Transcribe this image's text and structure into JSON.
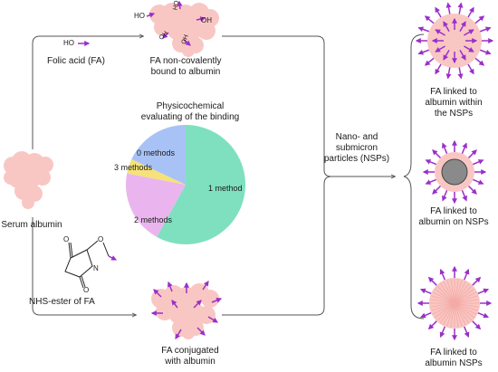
{
  "labels": {
    "serum_albumin": "Serum albumin",
    "folic_acid": "Folic acid (FA)",
    "ho_prefix": "HO",
    "fa_noncov_line1": "FA non-covalently",
    "fa_noncov_line2": "bound to albumin",
    "nhs_ester": "NHS-ester of FA",
    "fa_conj_line1": "FA conjugated",
    "fa_conj_line2": "with albumin",
    "nsp_line1": "Nano- and",
    "nsp_line2": "submicron",
    "nsp_line3": "particles (NSPs)",
    "within_line1": "FA linked to",
    "within_line2": "albumin within",
    "within_line3": "the NSPs",
    "on_line1": "FA linked to",
    "on_line2": "albumin on NSPs",
    "nsps_line1": "FA linked to",
    "nsps_line2": "albumin NSPs",
    "oh": "OH",
    "ho": "HO",
    "o": "O",
    "n": "N"
  },
  "chart_data": {
    "type": "pie",
    "title": "Physicochemical evaluating of the binding",
    "title_line1": "Physicochemical",
    "title_line2": "evaluating of the binding",
    "slices": [
      {
        "label": "1 method",
        "value": 58,
        "color": "#7ee0bf"
      },
      {
        "label": "2 methods",
        "value": 20,
        "color": "#eab5ee"
      },
      {
        "label": "3 methods",
        "value": 4,
        "color": "#f5e27a"
      },
      {
        "label": "0 methods",
        "value": 18,
        "color": "#a9c2f5"
      }
    ]
  },
  "colors": {
    "albumin": "#f9c7c3",
    "arrow": "#9b2fc9",
    "line": "#555555"
  }
}
